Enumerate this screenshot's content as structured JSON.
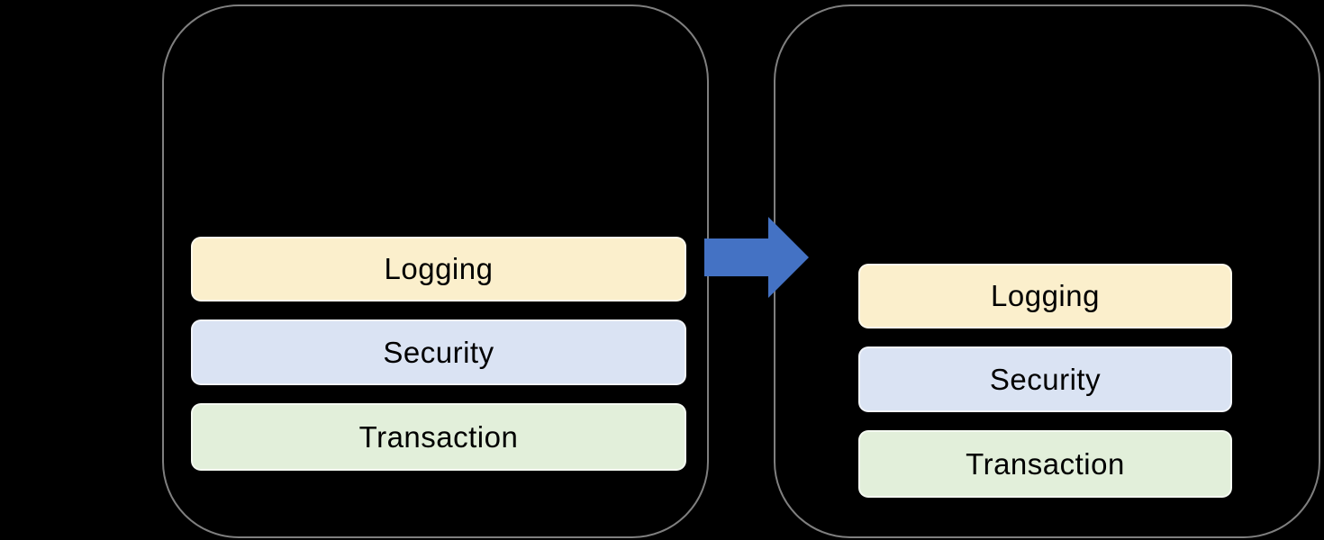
{
  "colors": {
    "background": "#000000",
    "container_border": "#7F7F7F",
    "box_border": "rgba(255,255,255,0.65)",
    "text": "#000000",
    "arrow_fill": "#4472C4",
    "logging_fill": "#FBEFCC",
    "security_fill": "#DAE3F3",
    "transaction_fill": "#E2EFDA"
  },
  "left_panel": {
    "boxes": [
      {
        "label": "Logging",
        "fill": "#FBEFCC"
      },
      {
        "label": "Security",
        "fill": "#DAE3F3"
      },
      {
        "label": "Transaction",
        "fill": "#E2EFDA"
      }
    ]
  },
  "right_panel": {
    "boxes": [
      {
        "label": "Logging",
        "fill": "#FBEFCC"
      },
      {
        "label": "Security",
        "fill": "#DAE3F3"
      },
      {
        "label": "Transaction",
        "fill": "#E2EFDA"
      }
    ]
  },
  "arrow": {
    "icon": "right-block-arrow-icon",
    "fill": "#4472C4"
  }
}
